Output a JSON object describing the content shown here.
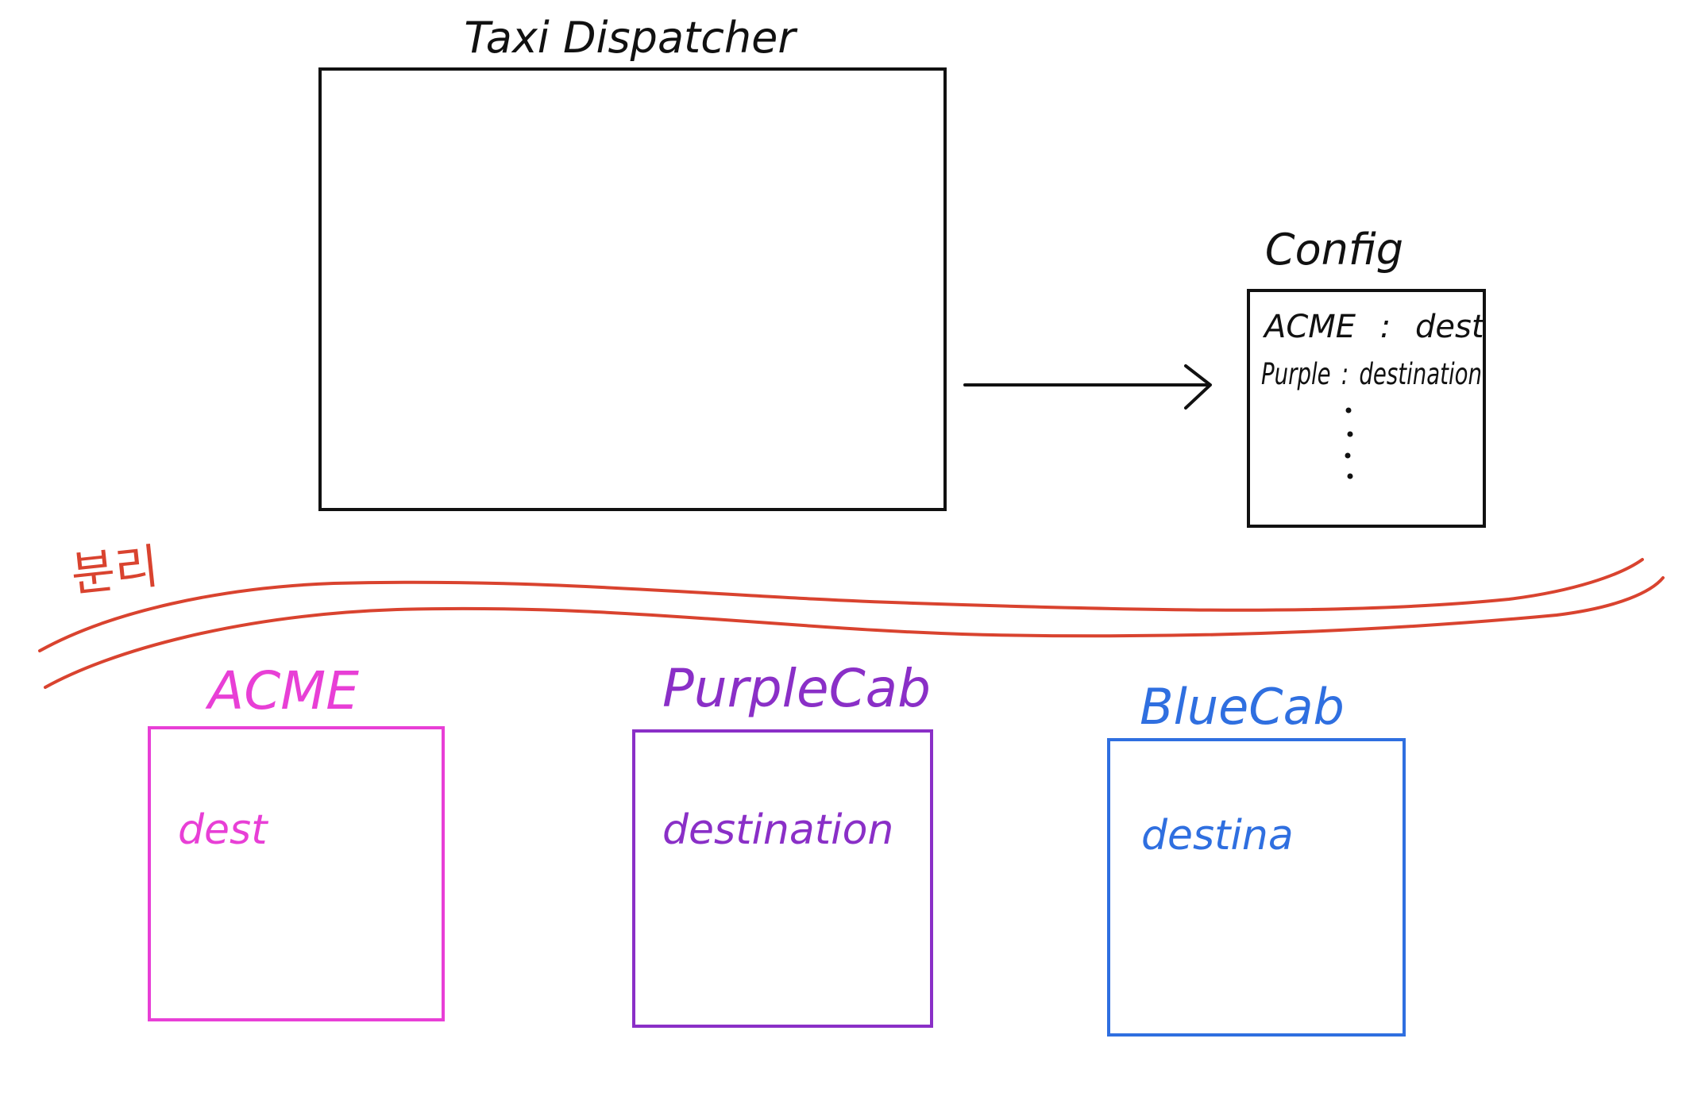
{
  "colors": {
    "ink": "#111111",
    "divider": "#d9432f",
    "acme": "#e83fd6",
    "purple": "#8a2fc7",
    "blue": "#2f6fe0"
  },
  "dispatcher": {
    "title": "Taxi Dispatcher"
  },
  "config": {
    "title": "Config",
    "entries": [
      {
        "key": "ACME",
        "sep": ":",
        "value": "dest"
      },
      {
        "key": "Purple",
        "sep": ":",
        "value": "destination"
      }
    ],
    "ellipsis": "⋮"
  },
  "divider": {
    "label": "분리"
  },
  "providers": [
    {
      "name": "ACME",
      "field": "dest"
    },
    {
      "name": "PurpleCab",
      "field": "destination"
    },
    {
      "name": "BlueCab",
      "field": "destina"
    }
  ]
}
